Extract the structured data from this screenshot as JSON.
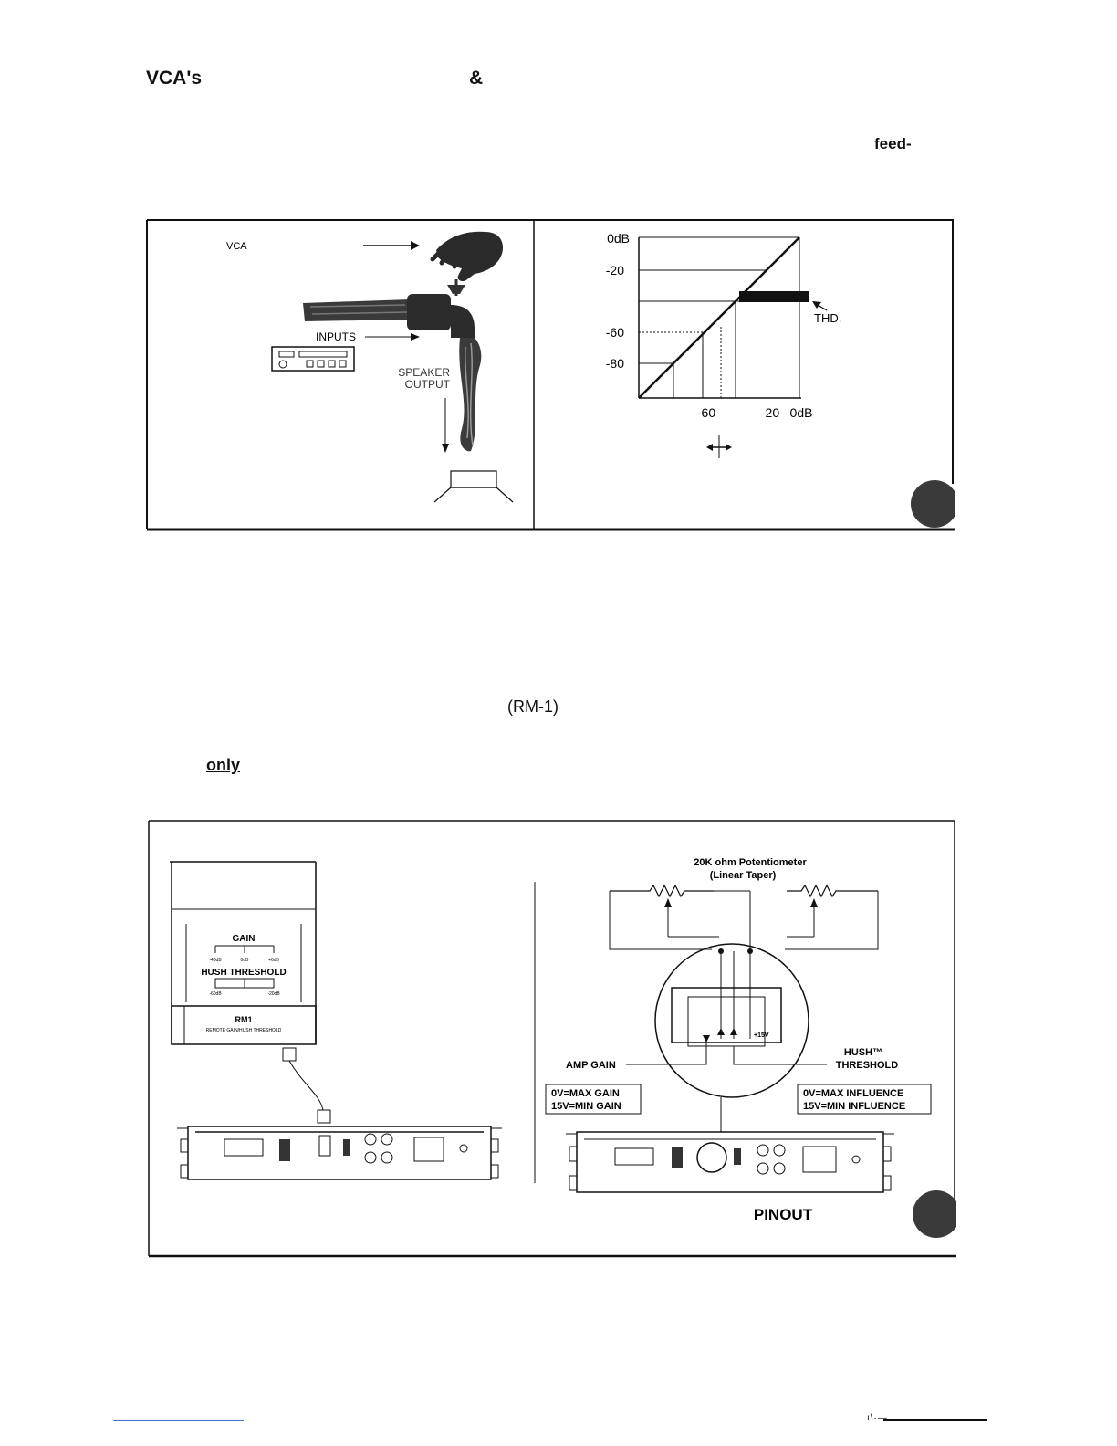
{
  "page": {
    "heading_left": "VCA's",
    "heading_amp": "&",
    "feed_word": "feed-",
    "rm1_ref": "(RM-1)",
    "only_word": "only",
    "footer_mark": "ı\\·—"
  },
  "figure_vca": {
    "vca_label": "VCA",
    "inputs_label": "INPUTS",
    "speaker_line1": "SPEAKER",
    "speaker_line2": "OUTPUT"
  },
  "figure_transfer": {
    "y_ticks": [
      "0dB",
      "-20",
      "-60",
      "-80"
    ],
    "x_ticks": [
      "-60",
      "-20",
      "0dB"
    ],
    "thd_label": "THD."
  },
  "figure_remote": {
    "pot_title": "20K ohm Potentiometer",
    "pot_subtitle": "(Linear Taper)",
    "gain_label": "GAIN",
    "gain_scale": [
      "-40dB",
      "0dB",
      "+6dB"
    ],
    "hush_label": "HUSH THRESHOLD",
    "hush_scale": [
      "-60dB",
      "-20dB"
    ],
    "rm1_label": "RM1",
    "rm1_subtitle": "REMOTE GAIN/HUSH THRESHOLD",
    "plus15v": "+15V",
    "amp_gain_label": "AMP GAIN",
    "hush_tm_label": "HUSH™",
    "threshold_label": "THRESHOLD",
    "gain_box": [
      "0V=MAX GAIN",
      "15V=MIN GAIN"
    ],
    "influence_box": [
      "0V=MAX INFLUENCE",
      "15V=MIN INFLUENCE"
    ],
    "pinout_label": "PINOUT"
  }
}
